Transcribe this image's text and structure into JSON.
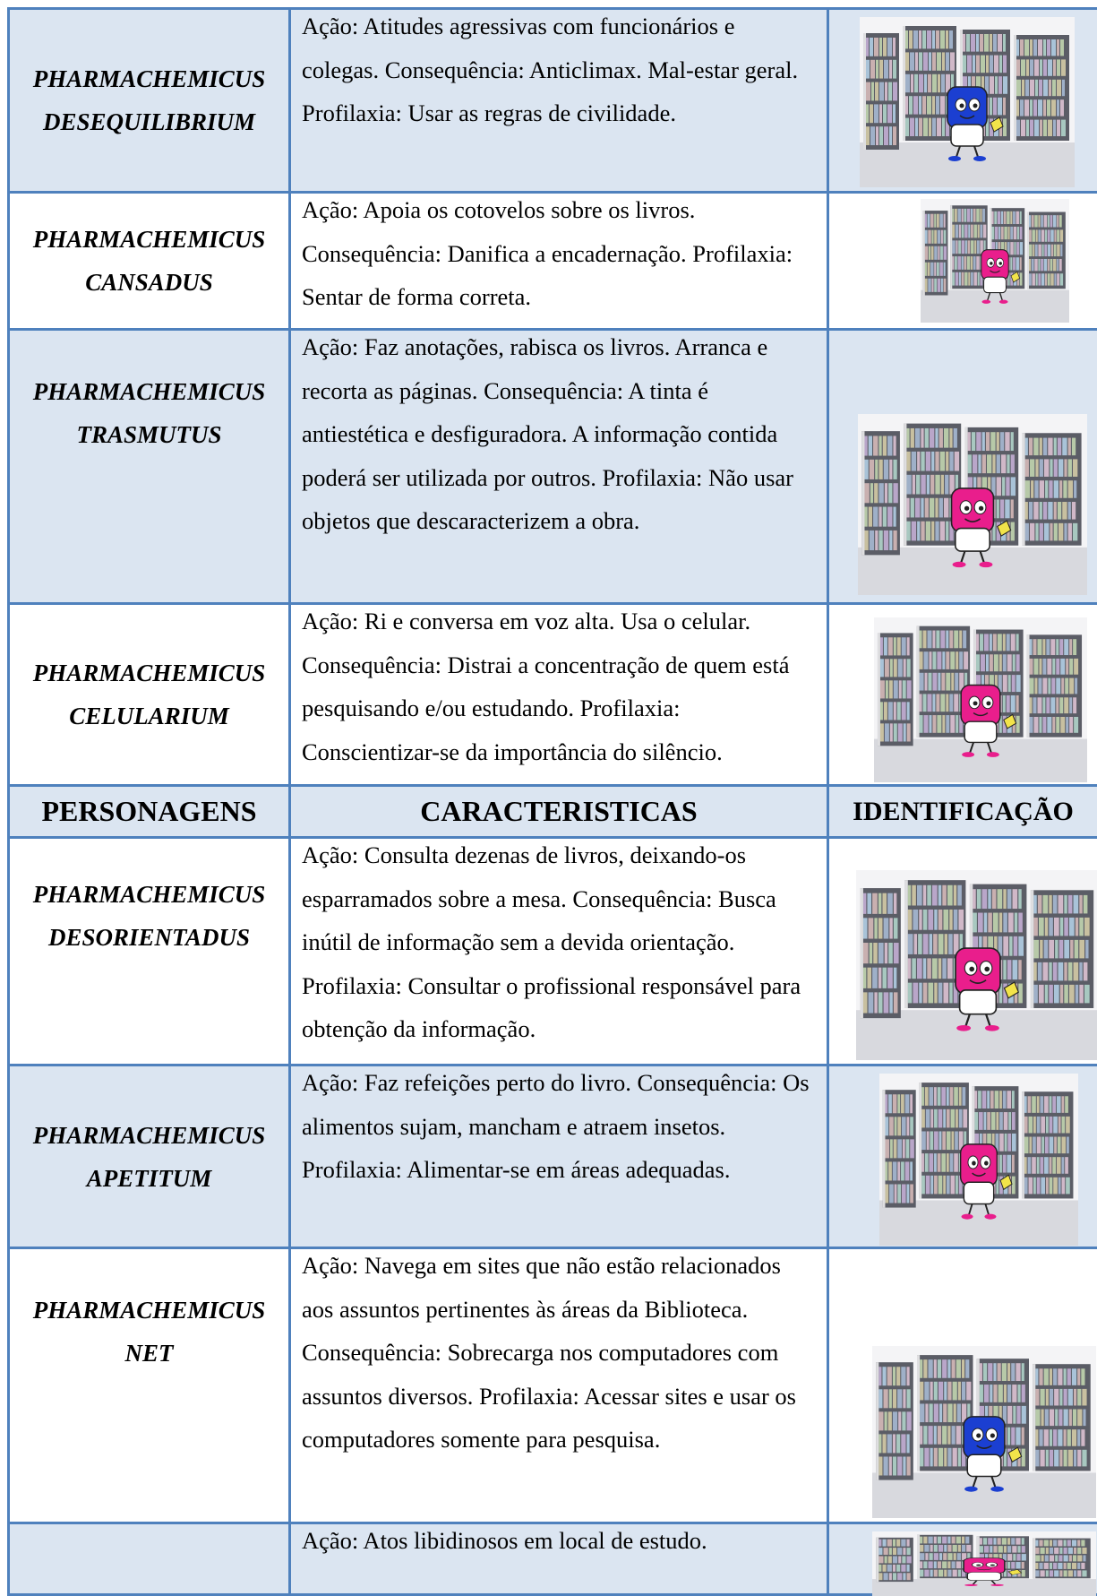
{
  "header": {
    "col1": "PERSONAGENS",
    "col2": "CARACTERISTICAS",
    "col3": "IDENTIFICAÇÃO"
  },
  "rows_top": [
    {
      "name_line1": "PHARMACHEMICUS",
      "name_line2": "DESEQUILIBRIUM",
      "description": "Ação: Atitudes agressivas com funcionários e colegas. Consequência: Anticlimax. Mal-estar geral. Profilaxia: Usar as regras de civilidade.",
      "icon": "library-cartoon-aggressive-icon",
      "character_color": "#1b3fd1"
    },
    {
      "name_line1": "PHARMACHEMICUS",
      "name_line2": "CANSADUS",
      "description": "Ação: Apoia os cotovelos sobre os livros. Consequência: Danifica a encadernação. Profilaxia: Sentar de forma correta.",
      "icon": "library-cartoon-sleeping-icon",
      "character_color": "#e91e8c"
    },
    {
      "name_line1": "PHARMACHEMICUS",
      "name_line2": "TRASMUTUS",
      "description": "Ação: Faz anotações, rabisca os livros. Arranca e recorta as páginas. Consequência: A tinta é antiestética e desfiguradora. A informação contida poderá ser utilizada por outros. Profilaxia: Não usar objetos que descaracterizem a obra.",
      "icon": "library-cartoon-writing-icon",
      "character_color": "#e91e8c"
    },
    {
      "name_line1": "PHARMACHEMICUS",
      "name_line2": "CELULARIUM",
      "description": "Ação: Ri e conversa em voz alta. Usa o celular. Consequência: Distrai a concentração de quem está pesquisando e/ou estudando. Profilaxia: Conscientizar-se da importância do silêncio.",
      "icon": "library-cartoon-phone-icon",
      "character_color": "#e91e8c"
    }
  ],
  "rows_bottom": [
    {
      "name_line1": "PHARMACHEMICUS",
      "name_line2": "DESORIENTADUS",
      "description": " Ação: Consulta dezenas de livros, deixando-os esparramados sobre a mesa. Consequência: Busca inútil de informação sem a devida orientação. Profilaxia: Consultar o profissional responsável para obtenção da informação.",
      "icon": "library-cartoon-books-icon",
      "character_color": "#e91e8c"
    },
    {
      "name_line1": "PHARMACHEMICUS",
      "name_line2": "APETITUM",
      "description": "Ação: Faz refeições perto do livro. Consequência: Os alimentos sujam, mancham e atraem insetos. Profilaxia: Alimentar-se em áreas adequadas.",
      "icon": "library-cartoon-eating-icon",
      "character_color": "#e91e8c"
    },
    {
      "name_line1": "PHARMACHEMICUS",
      "name_line2": "NET",
      "description": "Ação: Navega em sites que não estão relacionados aos assuntos pertinentes às áreas da Biblioteca. Consequência: Sobrecarga nos computadores com assuntos diversos. Profilaxia: Acessar sites e usar os computadores somente para pesquisa.",
      "icon": "library-cartoon-computer-icon",
      "character_color": "#1b3fd1"
    },
    {
      "name_line1": "",
      "name_line2": "",
      "description": "Ação: Atos libidinosos em local de estudo.",
      "icon": "library-cartoon-partial-icon",
      "character_color": "#e91e8c"
    }
  ],
  "colors": {
    "border": "#4f81bd",
    "row_fill": "#dbe5f1"
  }
}
